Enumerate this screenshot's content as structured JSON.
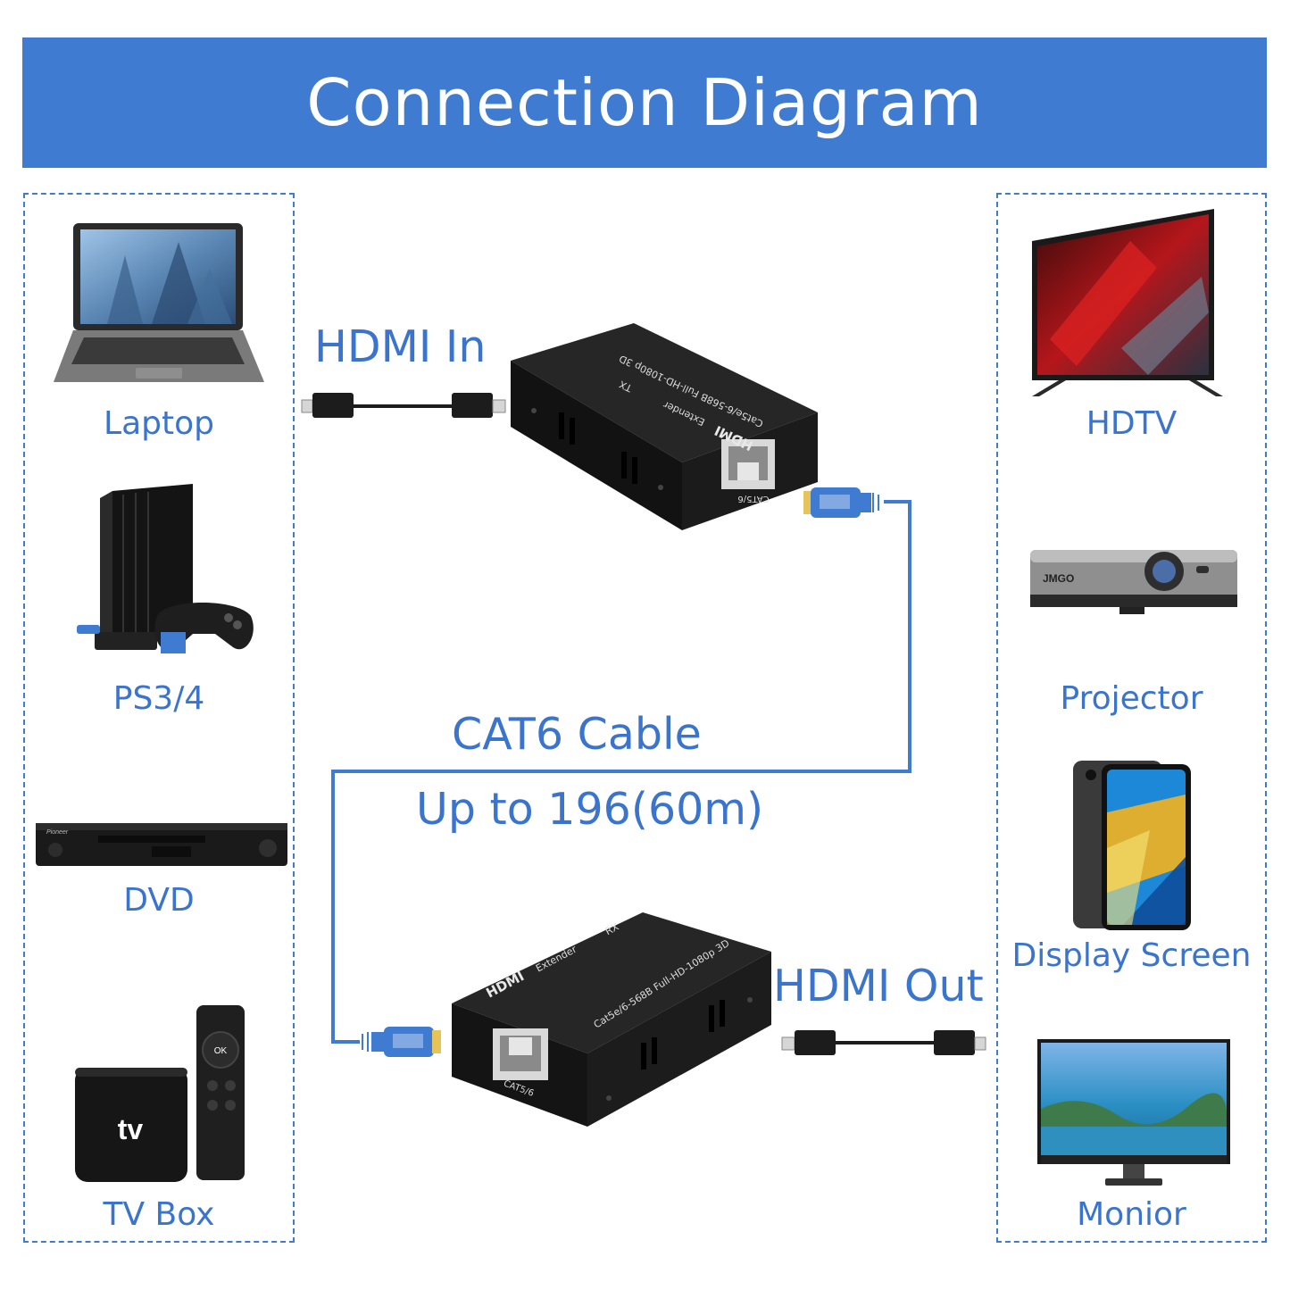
{
  "title": "Connection Diagram",
  "colors": {
    "banner": "#3f7bd1",
    "accent_text": "#3a74cc",
    "cable": "#3f7bd1",
    "device_box": "#151515"
  },
  "sources": [
    {
      "label": "Laptop",
      "icon": "laptop-icon"
    },
    {
      "label": "PS3/4",
      "icon": "game-console-icon"
    },
    {
      "label": "DVD",
      "icon": "dvd-player-icon"
    },
    {
      "label": "TV Box",
      "icon": "tv-box-icon"
    }
  ],
  "displays": [
    {
      "label": "HDTV",
      "icon": "hdtv-icon"
    },
    {
      "label": "Projector",
      "icon": "projector-icon"
    },
    {
      "label": "Display Screen",
      "icon": "tablet-icon"
    },
    {
      "label": "Monior",
      "icon": "monitor-icon"
    }
  ],
  "connections": {
    "hdmi_in": "HDMI In",
    "hdmi_out": "HDMI Out",
    "cable_name": "CAT6 Cable",
    "cable_length": "Up to 196(60m)"
  },
  "transmitter": {
    "brand": "HDMI",
    "name": "Extender",
    "mode": "TX",
    "spec": "Cat5e/6-568B Full-HD-1080p 3D",
    "port": "CAT5/6"
  },
  "receiver": {
    "brand": "HDMI",
    "name": "Extender",
    "mode": "RX",
    "spec": "Cat5e/6-568B Full-HD-1080p 3D",
    "port": "CAT5/6"
  }
}
